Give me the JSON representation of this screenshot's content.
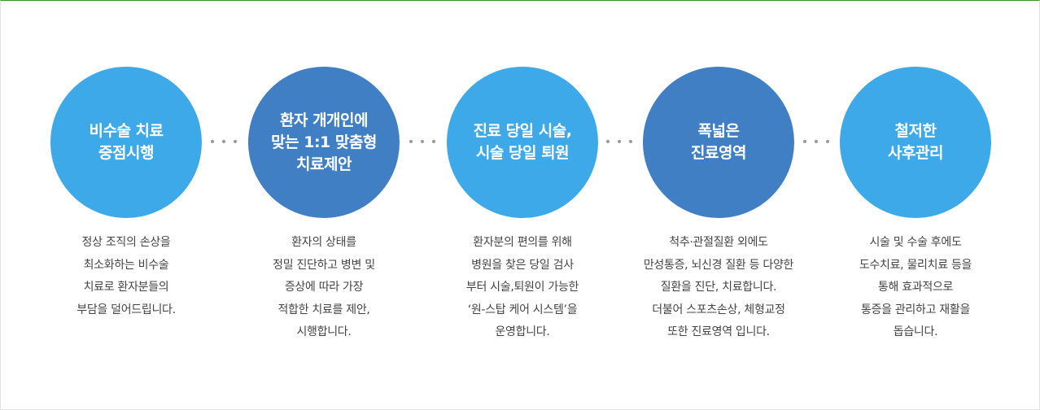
{
  "colors": {
    "circle_light": "#3ea9e8",
    "circle_dark": "#417fc4",
    "text": "#444444",
    "top_border": "#3d8f2a"
  },
  "steps": [
    {
      "title_lines": [
        "비수술 치료",
        "중점시행"
      ],
      "desc_lines": [
        "정상 조직의 손상을",
        "최소화하는 비수술",
        "치료로 환자분들의",
        "부담을 덜어드립니다."
      ]
    },
    {
      "title_lines": [
        "환자 개개인에",
        "맞는 1:1 맞춤형",
        "치료제안"
      ],
      "desc_lines": [
        "환자의 상태를",
        "정밀 진단하고 병변 및",
        "증상에 따라 가장",
        "적합한 치료를 제안,",
        "시행합니다."
      ]
    },
    {
      "title_lines": [
        "진료 당일 시술,",
        "시술 당일 퇴원"
      ],
      "desc_lines": [
        "환자분의 편의를 위해",
        "병원을 찾은 당일 검사",
        "부터 시술,퇴원이 가능한",
        "‘원-스탑 케어 시스템’을",
        "운영합니다."
      ]
    },
    {
      "title_lines": [
        "폭넓은",
        "진료영역"
      ],
      "desc_lines": [
        "척추·관절질환 외에도",
        "만성통증, 뇌신경 질환 등 다양한",
        "질환을 진단, 치료합니다.",
        "더불어 스포츠손상, 체형교정",
        "또한 진료영역 입니다."
      ]
    },
    {
      "title_lines": [
        "철저한",
        "사후관리"
      ],
      "desc_lines": [
        "시술 및 수술 후에도",
        "도수치료, 물리치료 등을",
        "통해 효과적으로",
        "통증을 관리하고 재활을",
        "돕습니다."
      ]
    }
  ]
}
